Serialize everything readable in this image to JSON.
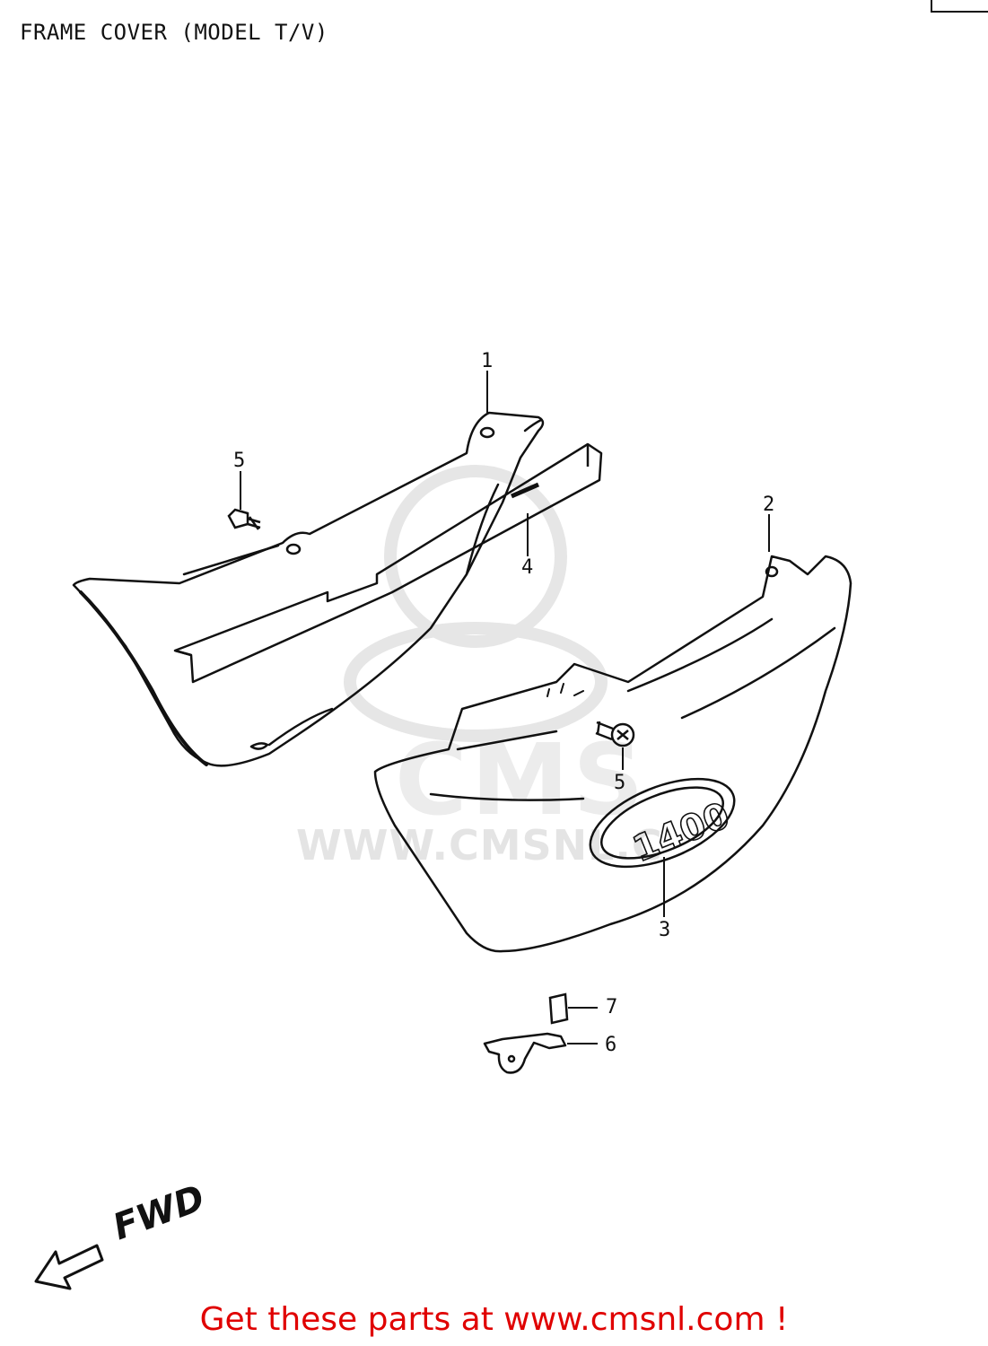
{
  "diagram": {
    "title": "FRAME COVER (MODEL T/V)",
    "callouts": {
      "c1": "1",
      "c2": "2",
      "c3": "3",
      "c4": "4",
      "c5a": "5",
      "c5b": "5",
      "c6": "6",
      "c7": "7"
    },
    "badge_text": "1400",
    "direction_label": "FWD"
  },
  "watermark": {
    "brand": "CMS",
    "url": "WWW.CMSNL.C"
  },
  "footer": {
    "text": "Get these parts at www.cmsnl.com !",
    "color": "#e00000"
  }
}
